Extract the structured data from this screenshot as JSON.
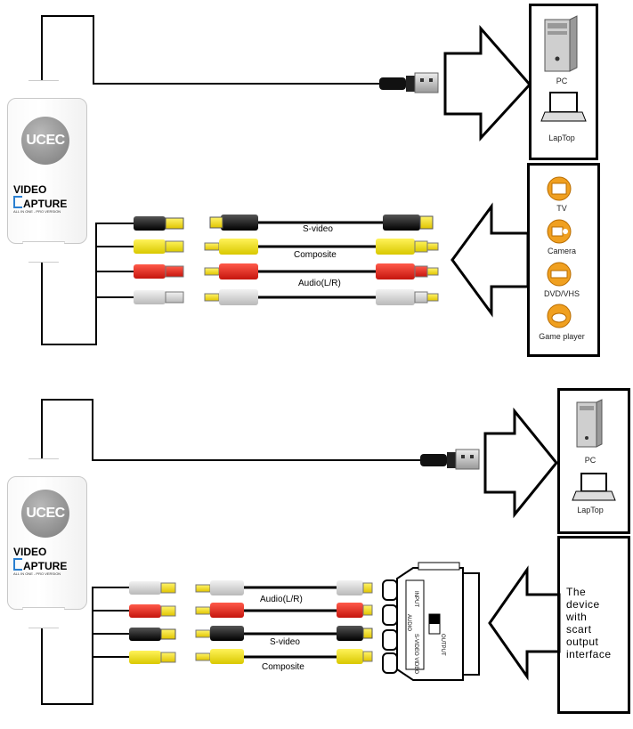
{
  "top": {
    "device": {
      "brand": "UCEC",
      "title_line1": "VIDEO",
      "title_line2": "APTURE",
      "subtitle": "ALL IN ONE - PRO VERSION"
    },
    "cable_labels": {
      "svideo": "S-video",
      "composite": "Composite",
      "audio": "Audio(L/R)"
    },
    "computers": [
      {
        "name": "PC",
        "icon": "pc-tower-icon"
      },
      {
        "name": "LapTop",
        "icon": "laptop-icon"
      }
    ],
    "sources": [
      {
        "name": "TV",
        "icon": "tv-icon"
      },
      {
        "name": "Camera",
        "icon": "camera-icon"
      },
      {
        "name": "DVD/VHS",
        "icon": "dvd-icon"
      },
      {
        "name": "Game player",
        "icon": "game-player-icon"
      }
    ]
  },
  "bottom": {
    "device": {
      "brand": "UCEC",
      "title_line1": "VIDEO",
      "title_line2": "APTURE",
      "subtitle": "ALL IN ONE - PRO VERSION"
    },
    "cable_labels": {
      "audio": "Audio(L/R)",
      "svideo": "S-video",
      "composite": "Composite"
    },
    "computers": [
      {
        "name": "PC",
        "icon": "pc-tower-icon"
      },
      {
        "name": "LapTop",
        "icon": "laptop-icon"
      }
    ],
    "scart": {
      "input": "INPUT",
      "output": "OUTPUT",
      "audio": "AUDIO",
      "svideo_video": "S-VIDEO VIDEO"
    },
    "source_text": [
      "The",
      "device",
      "with",
      "scart",
      "output",
      "interface"
    ]
  },
  "colors": {
    "yellow": "#f2e400",
    "red": "#e3221b",
    "white": "#d8d8d8",
    "black": "#111111",
    "accent": "#2a7fd0",
    "source_icon": "#f0a020"
  }
}
